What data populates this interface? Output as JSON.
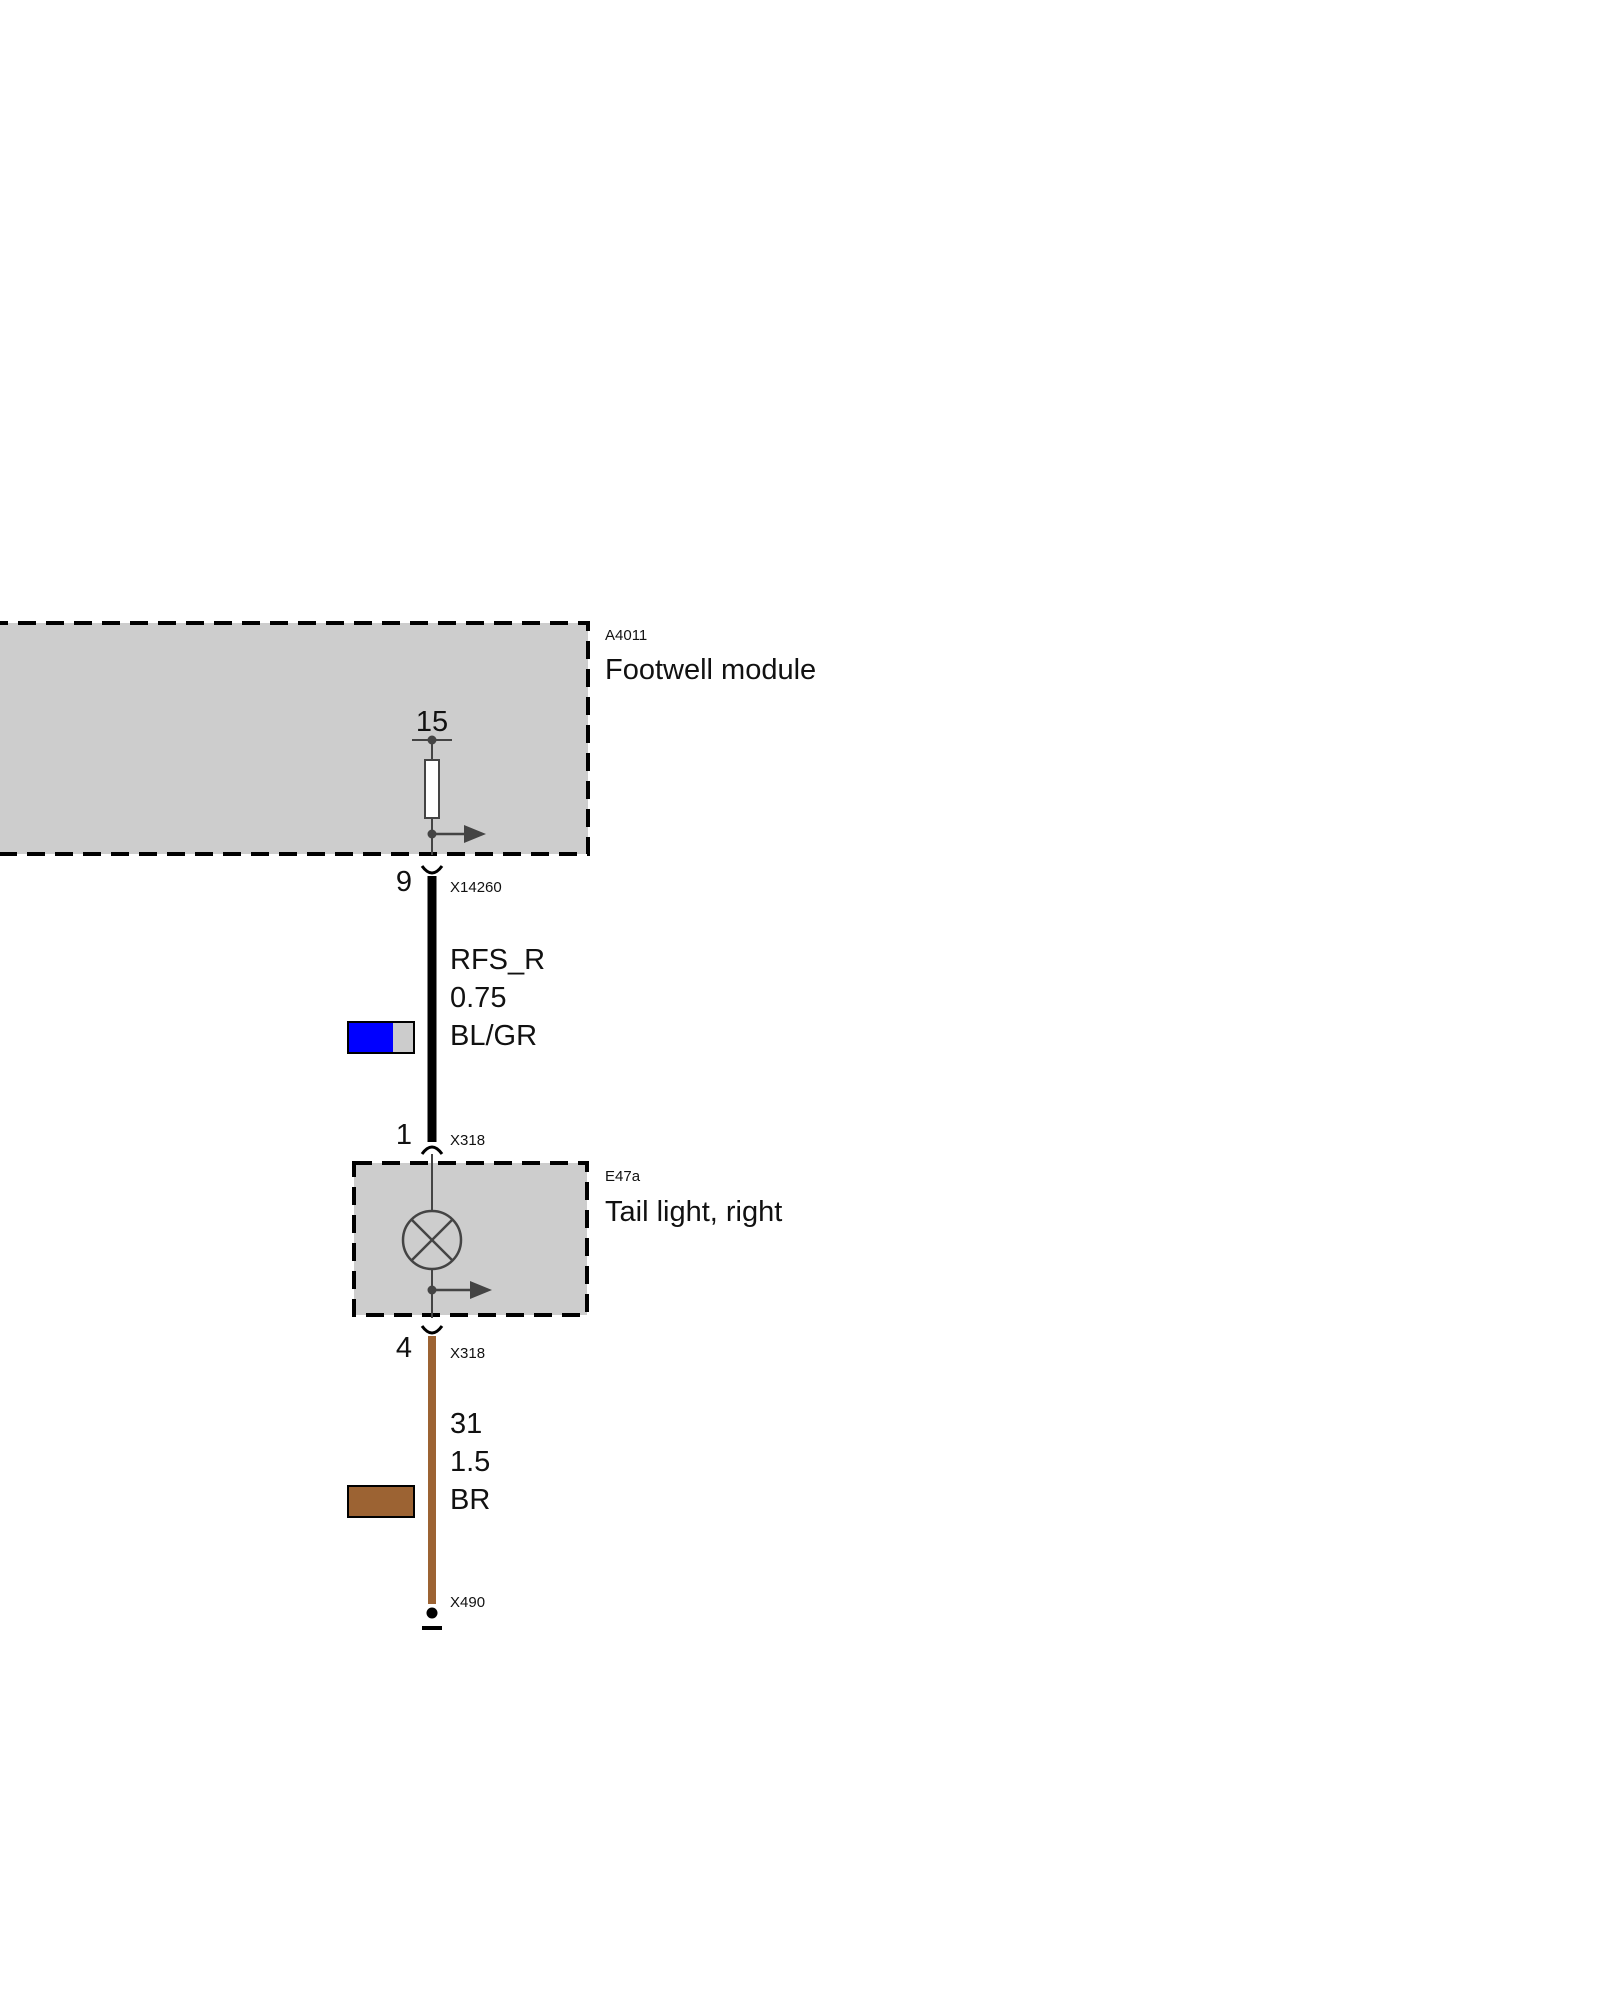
{
  "components": {
    "footwell_module": {
      "code": "A4011",
      "name": "Footwell module",
      "terminal": "15"
    },
    "tail_light": {
      "code": "E47a",
      "name": "Tail light, right"
    }
  },
  "connectors": {
    "x14260": {
      "pin": "9",
      "name": "X14260"
    },
    "x318_in": {
      "pin": "1",
      "name": "X318"
    },
    "x318_out": {
      "pin": "4",
      "name": "X318"
    },
    "x490": {
      "name": "X490"
    }
  },
  "wires": {
    "signal": {
      "name": "RFS_R",
      "gauge": "0.75",
      "color_code": "BL/GR",
      "color_primary": "#0000ff",
      "color_secondary": "#cccccc",
      "line_color": "#000000"
    },
    "ground": {
      "name": "31",
      "gauge": "1.5",
      "color_code": "BR",
      "color_primary": "#9c6333",
      "line_color": "#9c6333"
    }
  },
  "colors": {
    "module_fill": "#cdcdcd",
    "border": "#000000",
    "symbol": "#444444"
  }
}
